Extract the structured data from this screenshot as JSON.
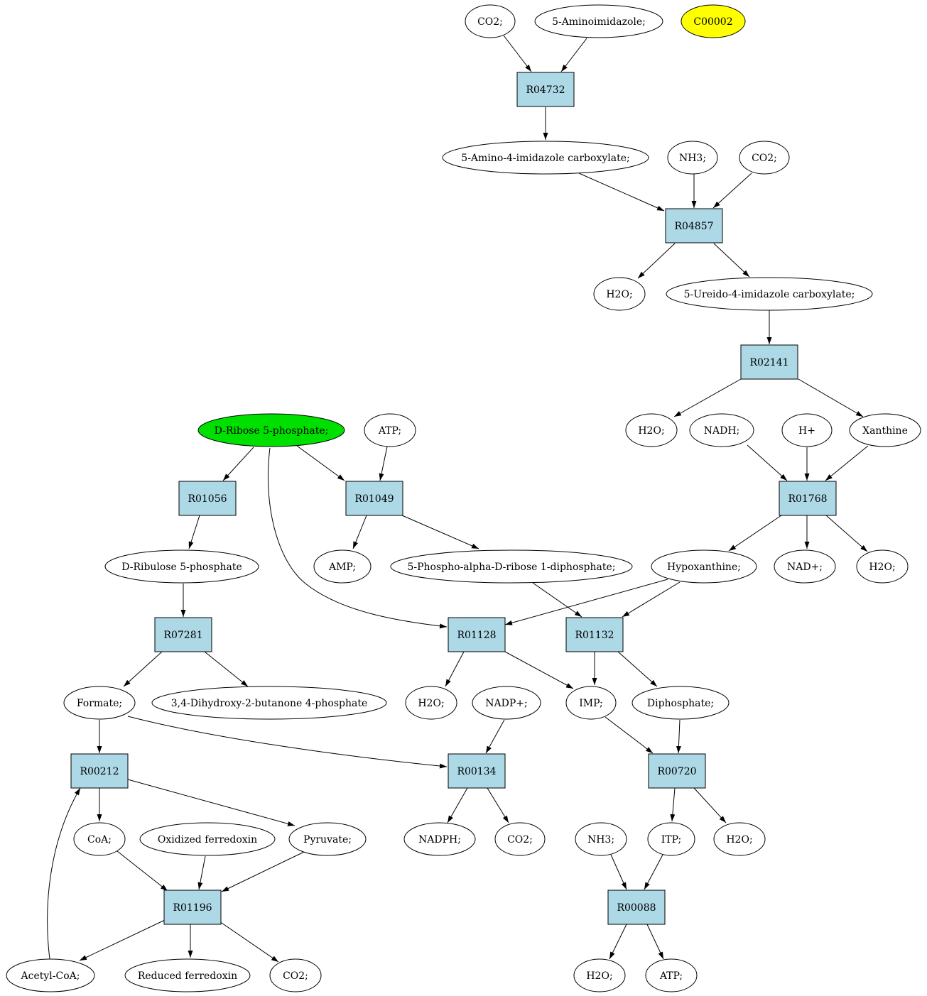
{
  "colors": {
    "compound_fill": "#ffffff",
    "reaction_fill": "#add8e6",
    "highlight_start": "#00e000",
    "highlight_target": "#ffff00"
  },
  "compounds": {
    "co2_top": "CO2;",
    "aminoimidazole": "5-Aminoimidazole;",
    "c00002": "C00002",
    "amino_imidazole_carboxylate": "5-Amino-4-imidazole carboxylate;",
    "nh3_top": "NH3;",
    "co2_r04857": "CO2;",
    "h2o_r04857": "H2O;",
    "ureido_imidazole_carboxylate": "5-Ureido-4-imidazole carboxylate;",
    "ribose_5p": "D-Ribose 5-phosphate;",
    "atp_mid": "ATP;",
    "h2o_r02141": "H2O;",
    "nadh": "NADH;",
    "h_plus": "H+",
    "xanthine": "Xanthine",
    "ribulose_5p": "D-Ribulose 5-phosphate",
    "amp": "AMP;",
    "prpp": "5-Phospho-alpha-D-ribose 1-diphosphate;",
    "hypoxanthine": "Hypoxanthine;",
    "nad_plus": "NAD+;",
    "h2o_r01768": "H2O;",
    "formate": "Formate;",
    "dihydroxy_butanone": "3,4-Dihydroxy-2-butanone 4-phosphate",
    "h2o_r01128": "H2O;",
    "nadp_plus": "NADP+;",
    "imp": "IMP;",
    "diphosphate": "Diphosphate;",
    "coa": "CoA;",
    "oxidized_ferredoxin": "Oxidized ferredoxin",
    "pyruvate": "Pyruvate;",
    "nadph": "NADPH;",
    "co2_r00134": "CO2;",
    "nh3_bottom": "NH3;",
    "itp": "ITP;",
    "h2o_r00720": "H2O;",
    "acetyl_coa": "Acetyl-CoA;",
    "reduced_ferredoxin": "Reduced ferredoxin",
    "co2_r01196": "CO2;",
    "h2o_r00088": "H2O;",
    "atp_bottom": "ATP;"
  },
  "reactions": {
    "R04732": "R04732",
    "R04857": "R04857",
    "R02141": "R02141",
    "R01056": "R01056",
    "R01049": "R01049",
    "R01768": "R01768",
    "R07281": "R07281",
    "R01128": "R01128",
    "R01132": "R01132",
    "R00212": "R00212",
    "R00134": "R00134",
    "R00720": "R00720",
    "R01196": "R01196",
    "R00088": "R00088"
  }
}
